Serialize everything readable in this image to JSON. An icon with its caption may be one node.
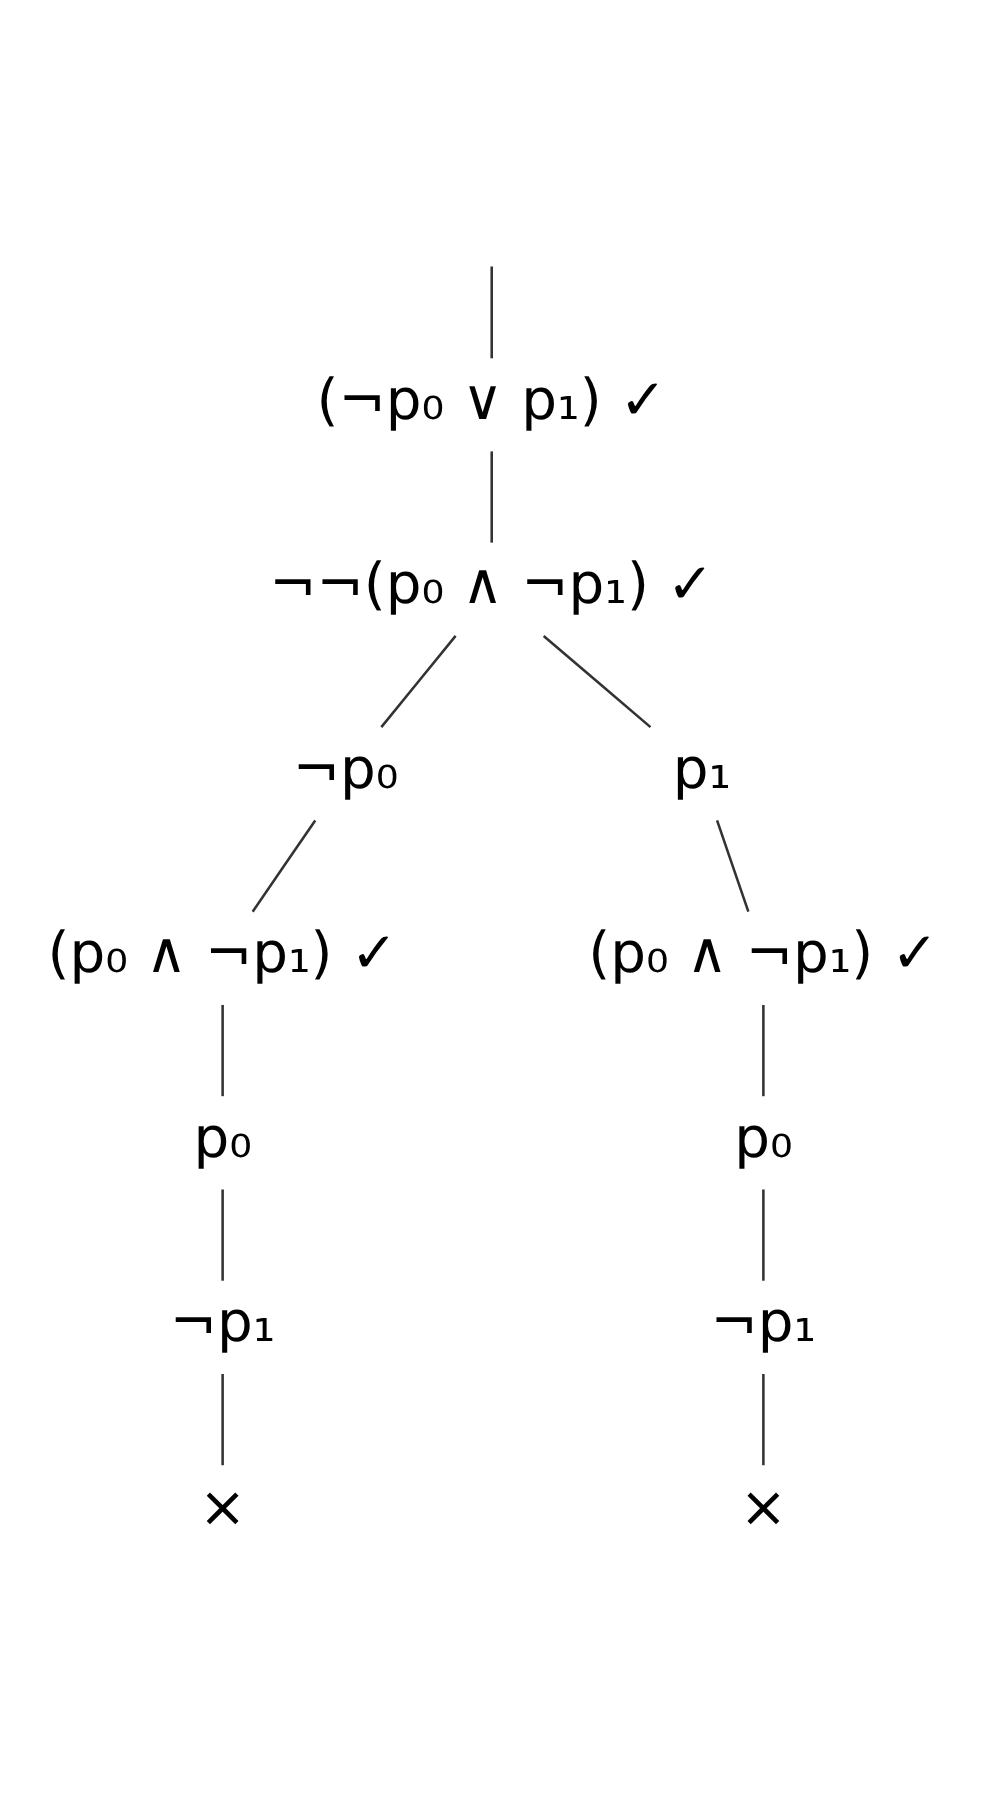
{
  "diagram": {
    "nodes": [
      {
        "text": [
          "(¬p₀ ∨ p₁) ✓"
        ]
      },
      {
        "text": [
          "¬¬(p₀ ∧ ¬p₁) ✓"
        ]
      },
      {
        "text": [
          "¬p₀"
        ]
      },
      {
        "text": [
          "p₁"
        ]
      },
      {
        "text": [
          "(p₀ ∧ ¬p₁) ✓"
        ]
      },
      {
        "text": [
          "(p₀ ∧ ¬p₁) ✓"
        ]
      },
      {
        "text": [
          "p₀"
        ]
      },
      {
        "text": [
          "¬p₁"
        ]
      },
      {
        "text": [
          "×"
        ]
      },
      {
        "text": [
          "p₀"
        ]
      },
      {
        "text": [
          "¬p₁"
        ]
      },
      {
        "text": [
          "×"
        ]
      }
    ],
    "edges": [
      {
        "from": null,
        "to": 0,
        "arrow": "none"
      },
      {
        "from": 0,
        "to": 1,
        "arrow": "none"
      },
      {
        "from": 1,
        "to": 2,
        "arrow": "none"
      },
      {
        "from": 1,
        "to": 3,
        "arrow": "none"
      },
      {
        "from": 2,
        "to": 4,
        "arrow": "none"
      },
      {
        "from": 3,
        "to": 5,
        "arrow": "none"
      },
      {
        "from": 4,
        "to": 6,
        "arrow": "none"
      },
      {
        "from": 6,
        "to": 7,
        "arrow": "none"
      },
      {
        "from": 7,
        "to": 8,
        "arrow": "none"
      },
      {
        "from": 5,
        "to": 9,
        "arrow": "none"
      },
      {
        "from": 9,
        "to": 10,
        "arrow": "none"
      },
      {
        "from": 10,
        "to": 11,
        "arrow": "none"
      }
    ]
  }
}
